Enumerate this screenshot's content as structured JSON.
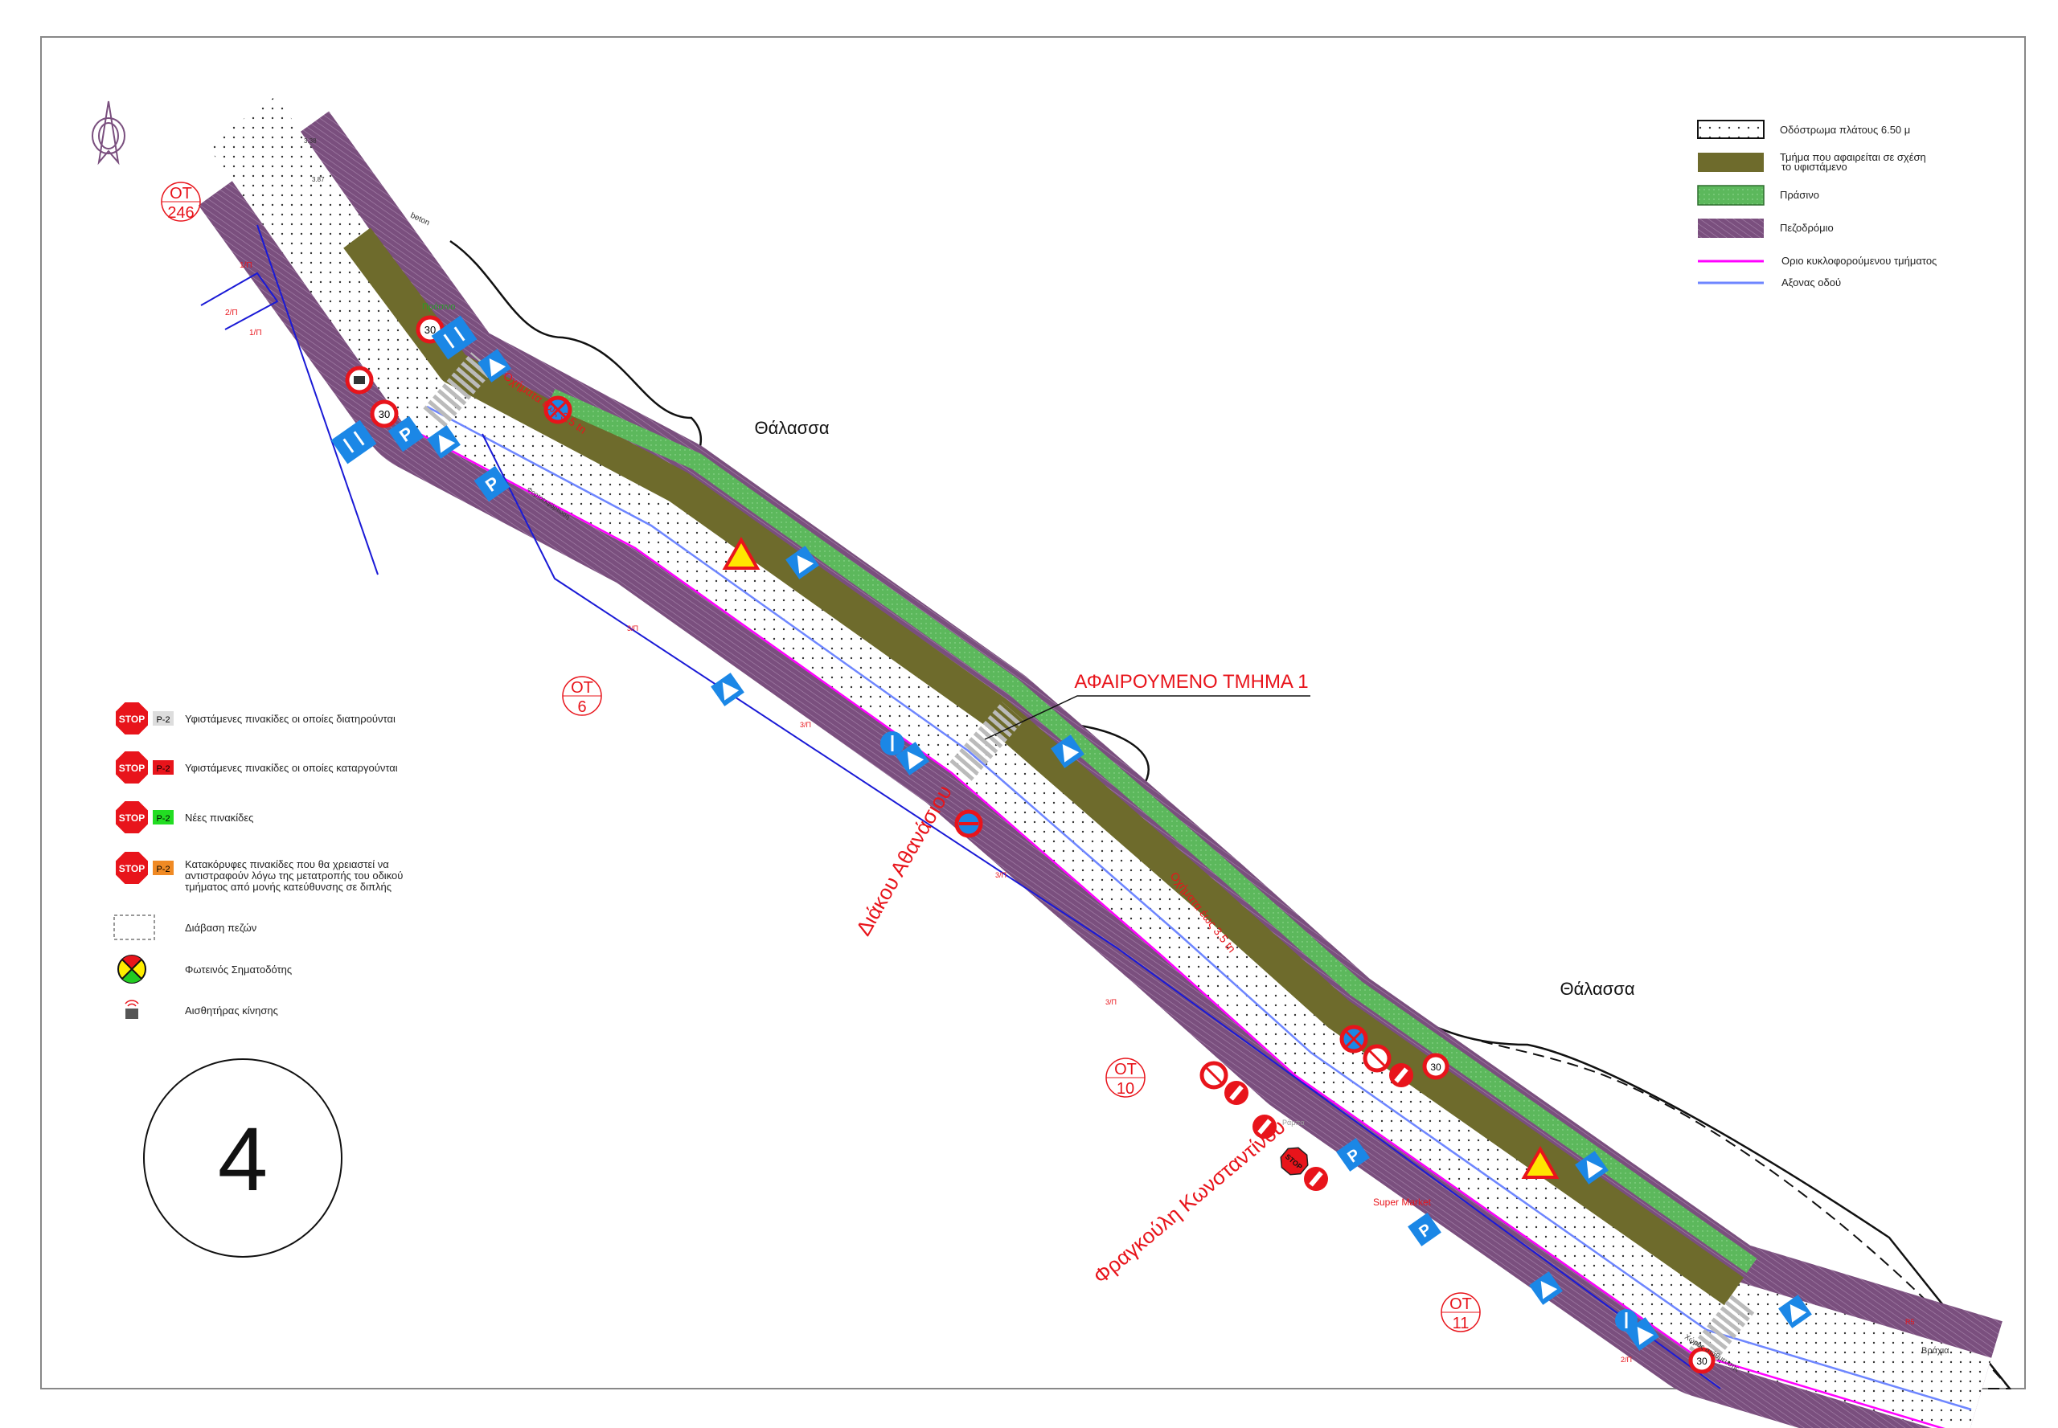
{
  "sheet_number": "4",
  "colors": {
    "pavement": "#ffffff",
    "removed_section": "#6e6b2c",
    "green": "#5cb85c",
    "sidewalk": "#7a4f7e",
    "traffic_limit": "#ff00ff",
    "road_axis": "#6e86ff",
    "label_red": "#e8141b"
  },
  "legend_right": [
    {
      "label": "Οδόστρωμα πλάτους 6.50 μ"
    },
    {
      "label": "Τμήμα που αφαιρείται σε σχέση",
      "label2": "το υφιστάμενο"
    },
    {
      "label": "Πράσινο"
    },
    {
      "label": "Πεζοδρόμιο"
    },
    {
      "label": "Οριο κυκλοφορούμενου τμήματος"
    },
    {
      "label": "Αξονας οδού"
    }
  ],
  "legend_left": [
    {
      "sign": "STOP",
      "code": "P-2",
      "code_color": "#dddddd",
      "label": "Υφιστάμενες πινακίδες οι οποίες διατηρούνται"
    },
    {
      "sign": "STOP",
      "code": "P-2",
      "code_color": "#e8141b",
      "label": "Υφιστάμενες πινακίδες οι οποίες καταργούνται"
    },
    {
      "sign": "STOP",
      "code": "P-2",
      "code_color": "#22dd22",
      "label": "Νέες πινακίδες"
    },
    {
      "sign": "STOP",
      "code": "P-2",
      "code_color": "#f08a24",
      "label": "Κατακόρυφες πινακίδες που θα χρειαστεί να",
      "label2": "αντιστραφούν λόγω της μετατροπής του οδικού",
      "label3": "τμήματος από μονής κατεύθυνσης σε διπλής"
    },
    {
      "label": "Διάβαση πεζών"
    },
    {
      "label": "Φωτεινός Σηματοδότης"
    },
    {
      "label": "Αισθητήρας κίνησης"
    }
  ],
  "map": {
    "blocks": [
      {
        "top": "ΟΤ",
        "bottom": "246"
      },
      {
        "top": "ΟΤ",
        "bottom": "6"
      },
      {
        "top": "ΟΤ",
        "bottom": "10"
      },
      {
        "top": "ΟΤ",
        "bottom": "11"
      }
    ],
    "sea_label_1": "Θάλασσα",
    "sea_label_2": "Θάλασσα",
    "removed_section_title": "ΑΦΑΙΡΟΥΜΕΝΟ ΤΜΗΜΑ 1",
    "street_1": "Διάκου Αθανάσιου",
    "street_2": "Φραγκούλη Κωνσταντίνου",
    "super_market": "Super Market",
    "green_label": "Πράσινο",
    "beton": "beton",
    "elev_1": "3.38",
    "elev_2": "3.87",
    "floors": [
      "1/Π",
      "2/Π",
      "1/Π",
      "3/Π",
      "3/Π",
      "3/Π",
      "3/Π",
      "2/Π"
    ],
    "vehicles_note_1": "Οχήματα έως 3.5 tn",
    "vehicles_note_2": "Οχήματα έως 3.5 tn",
    "loading": "Φορτοεκφόρτωση",
    "parking_area": "Χώρος στάθμευσης",
    "rocks": "Βράχια",
    "ramp": "Ράμπα",
    "r5": "R5",
    "speed_limit": "30",
    "parking": "P",
    "stop": "STOP"
  }
}
